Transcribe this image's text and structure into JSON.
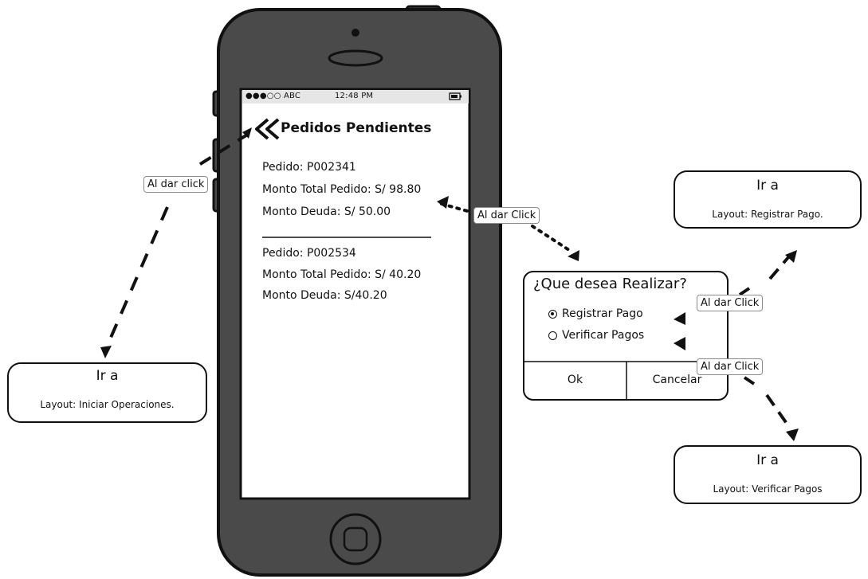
{
  "phone": {
    "status_carrier": "●●●○○ ABC",
    "status_time": "12:48 PM",
    "title": "Pedidos Pendientes",
    "orders": [
      {
        "pedido": "Pedido: P002341",
        "total": "Monto Total Pedido: S/ 98.80",
        "deuda": "Monto Deuda: S/ 50.00"
      },
      {
        "pedido": "Pedido: P002534",
        "total": "Monto Total Pedido: S/ 40.20",
        "deuda": "Monto Deuda: S/40.20"
      }
    ]
  },
  "annotations": {
    "back_click": "Al dar click",
    "order_click": "Al dar Click",
    "registrar_click": "Al dar Click",
    "verificar_click": "Al dar Click"
  },
  "targets": {
    "iniciar": {
      "title": "Ir a",
      "subtitle": "Layout: Iniciar Operaciones."
    },
    "registrar": {
      "title": "Ir a",
      "subtitle": "Layout: Registrar Pago."
    },
    "verificar": {
      "title": "Ir a",
      "subtitle": "Layout: Verificar Pagos"
    }
  },
  "dialog": {
    "title": "¿Que desea Realizar?",
    "options": [
      {
        "label": "Registrar Pago",
        "selected": true
      },
      {
        "label": "Verificar Pagos",
        "selected": false
      }
    ],
    "ok_label": "Ok",
    "cancel_label": "Cancelar"
  },
  "colors": {
    "phone_body": "#4a4a4a",
    "screen": "#ffffff",
    "status_bar": "#e6e6e6",
    "ink": "#111111"
  }
}
